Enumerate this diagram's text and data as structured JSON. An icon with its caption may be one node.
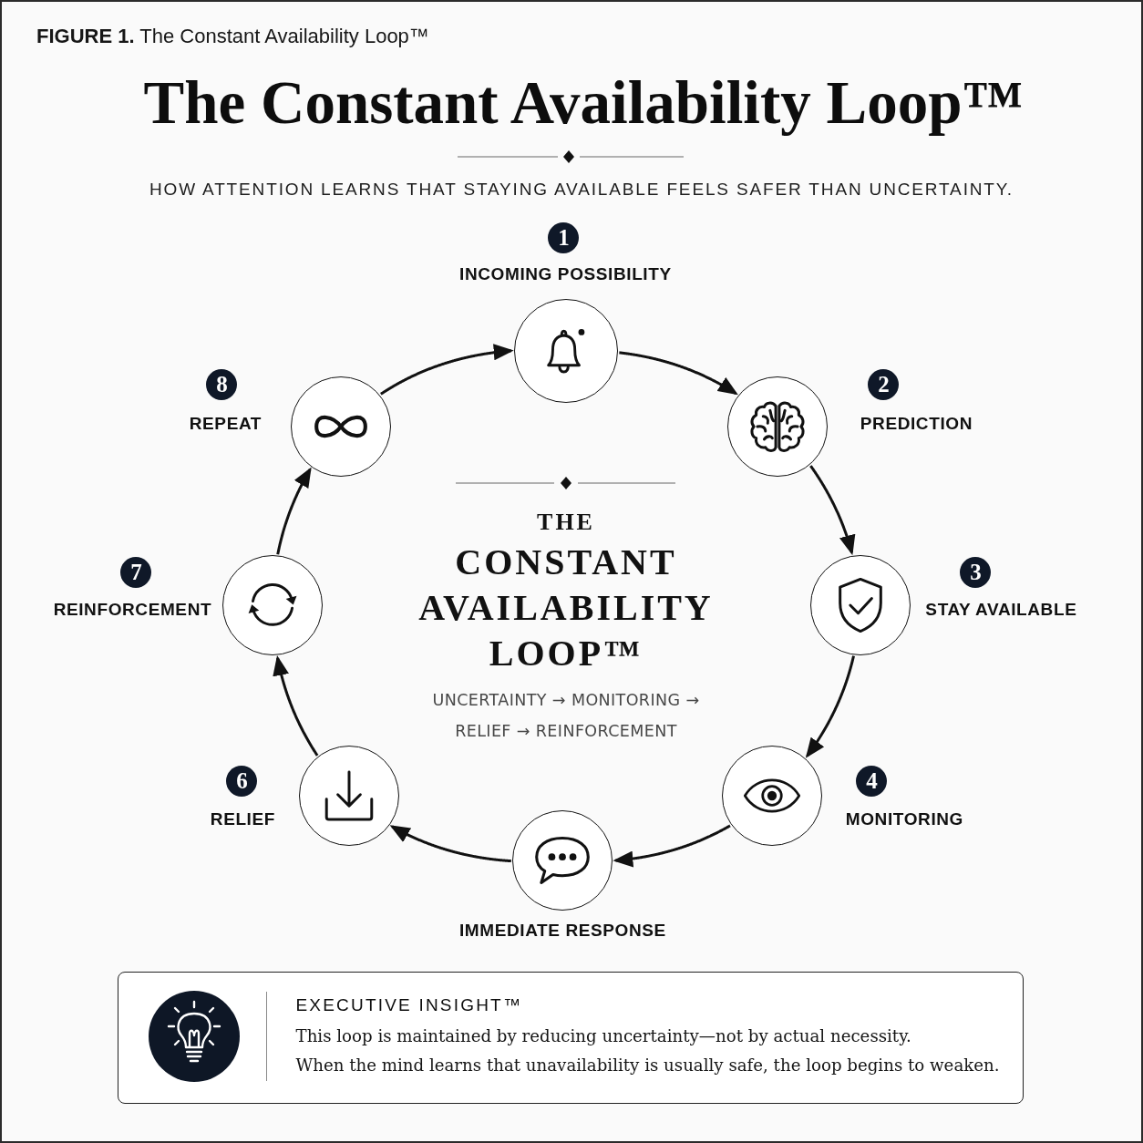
{
  "diagram": {
    "caption": "**FIGURE 1.** The Constant Availability Loop™",
    "title": "The Constant Availability Loop™",
    "nodes": [
      {
        "text": [
          "1",
          "INCOMING POSSIBILITY"
        ]
      },
      {
        "text": [
          "2",
          "PREDICTION"
        ]
      },
      {
        "text": [
          "3",
          "STAY AVAILABLE"
        ]
      },
      {
        "text": [
          "4",
          "MONITORING"
        ]
      },
      {
        "text": [
          "IMMEDIATE RESPONSE"
        ]
      },
      {
        "text": [
          "6",
          "RELIEF"
        ]
      },
      {
        "text": [
          "7",
          "REINFORCEMENT"
        ]
      },
      {
        "text": [
          "8",
          "REPEAT"
        ]
      },
      {
        "text": [
          "EXECUTIVE INSIGHT™",
          "This loop is maintained by reducing uncertainty—not by actual necessity.",
          "When the mind learns that unavailability is usually safe, the loop begins to weaken."
        ]
      }
    ],
    "edges": [
      {
        "from": 0,
        "to": 1,
        "arrow": "to"
      },
      {
        "from": 1,
        "to": 2,
        "arrow": "to"
      },
      {
        "from": 2,
        "to": 3,
        "arrow": "to"
      },
      {
        "from": 3,
        "to": 4,
        "arrow": "to"
      },
      {
        "from": 4,
        "to": 5,
        "arrow": "to"
      },
      {
        "from": 5,
        "to": 6,
        "arrow": "to"
      },
      {
        "from": 6,
        "to": 7,
        "arrow": "to"
      },
      {
        "from": 7,
        "to": 0,
        "arrow": "to"
      }
    ],
    "labels": [
      "HOW ATTENTION LEARNS THAT STAYING AVAILABLE FEELS SAFER THAN UNCERTAINTY.",
      "THE",
      "CONSTANT AVAILABILITY LOOP™",
      "UNCERTAINTY → MONITORING → RELIEF → REINFORCEMENT"
    ]
  }
}
